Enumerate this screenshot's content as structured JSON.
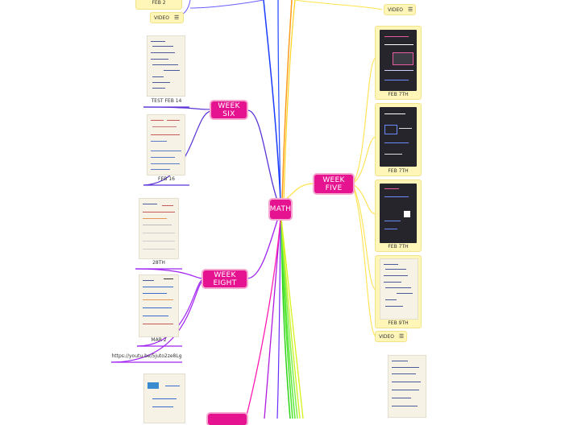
{
  "root": {
    "label": "MATH"
  },
  "branches": {
    "week_five": {
      "label": "WEEK FIVE"
    },
    "week_six": {
      "label": "WEEK SIX"
    },
    "week_eight": {
      "label": "WEEK EIGHT"
    }
  },
  "left_top": {
    "caption": "FEB 2",
    "video_tag": "VIDEO"
  },
  "week_six_items": [
    {
      "caption": "TEST FEB 14"
    },
    {
      "caption": "FEB 16"
    }
  ],
  "week_eight_items": [
    {
      "caption": "28TH"
    },
    {
      "caption": "MAR 2"
    },
    {
      "link": "https://youtu.be/5juto2ze8Lg"
    }
  ],
  "week_five_items": {
    "top_video": "VIDEO",
    "cards": [
      {
        "caption": "FEB 7TH"
      },
      {
        "caption": "FEB 7TH"
      },
      {
        "caption": "FEB 7TH"
      },
      {
        "caption": "FEB 9TH"
      }
    ],
    "video": "VIDEO"
  },
  "icons": {
    "menu": "☰"
  },
  "colors": {
    "node": "#e5138f",
    "node_glow": "#f5a7d0",
    "card": "#fff6b8",
    "week_six_line": "#5a32d6",
    "week_eight_line": "#a020f0",
    "week_five_line": "#ffe34d"
  }
}
